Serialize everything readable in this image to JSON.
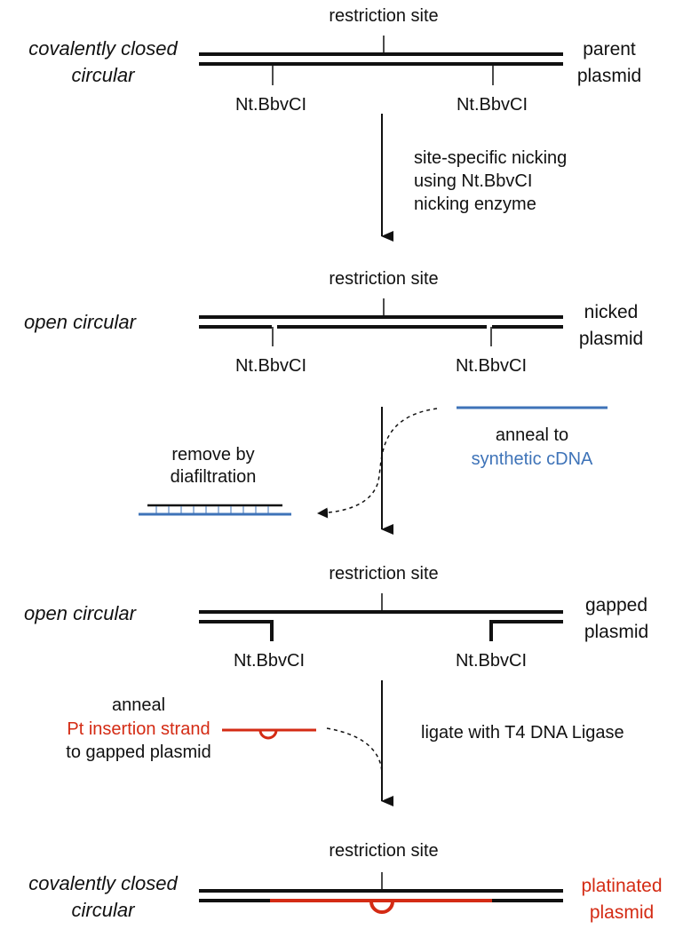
{
  "colors": {
    "ink": "#111111",
    "blue": "#3e73b8",
    "red": "#d42b14"
  },
  "stage1": {
    "restriction_site": "restriction site",
    "form_line1": "covalently closed",
    "form_line2": "circular",
    "nick_left": "Nt.BbvCI",
    "nick_right": "Nt.BbvCI",
    "plasmid_line1": "parent",
    "plasmid_line2": "plasmid"
  },
  "step1": {
    "line1": "site-specific nicking",
    "line2": "using Nt.BbvCI",
    "line3": "nicking enzyme"
  },
  "stage2": {
    "restriction_site": "restriction site",
    "form": "open circular",
    "nick_left": "Nt.BbvCI",
    "nick_right": "Nt.BbvCI",
    "plasmid_line1": "nicked",
    "plasmid_line2": "plasmid"
  },
  "step2": {
    "anneal_line1": "anneal to",
    "anneal_line2": "synthetic cDNA",
    "remove_line1": "remove by",
    "remove_line2": "diafiltration"
  },
  "stage3": {
    "restriction_site": "restriction site",
    "form": "open circular",
    "nick_left": "Nt.BbvCI",
    "nick_right": "Nt.BbvCI",
    "plasmid_line1": "gapped",
    "plasmid_line2": "plasmid"
  },
  "step3": {
    "anneal_line1": "anneal",
    "anneal_line2": "Pt insertion strand",
    "anneal_line3": "to gapped plasmid",
    "ligate": "ligate with T4 DNA Ligase"
  },
  "stage4": {
    "restriction_site": "restriction site",
    "form_line1": "covalently closed",
    "form_line2": "circular",
    "plasmid_line1": "platinated",
    "plasmid_line2": "plasmid"
  }
}
